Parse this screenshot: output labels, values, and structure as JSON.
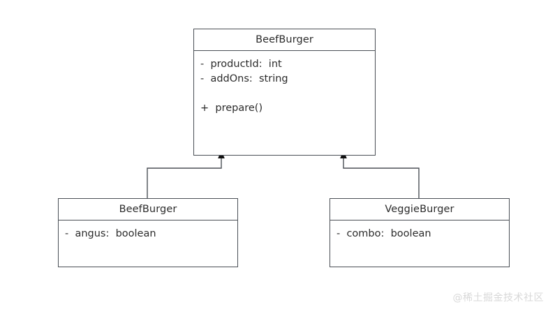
{
  "diagram": {
    "type": "uml-class-diagram",
    "background_color": "#ffffff",
    "border_color": "#4a4f55",
    "text_color": "#2b2b2b",
    "edge_color": "#4a4f55",
    "arrowhead_color": "#111111",
    "classes": [
      {
        "id": "beefburger-parent",
        "name": "BeefBurger",
        "role": "superclass",
        "members": [
          {
            "text": "-  productId:  int",
            "visibility": "private",
            "kind": "attribute"
          },
          {
            "text": "-  addOns:  string",
            "visibility": "private",
            "kind": "attribute"
          },
          {
            "text": "+  prepare()",
            "visibility": "public",
            "kind": "operation",
            "gap_before": true
          }
        ]
      },
      {
        "id": "beefburger-child",
        "name": "BeefBurger",
        "role": "subclass",
        "members": [
          {
            "text": "-  angus:  boolean",
            "visibility": "private",
            "kind": "attribute"
          }
        ]
      },
      {
        "id": "veggieburger",
        "name": "VeggieBurger",
        "role": "subclass",
        "members": [
          {
            "text": "-  combo:  boolean",
            "visibility": "private",
            "kind": "attribute"
          }
        ]
      }
    ],
    "relationships": [
      {
        "id": "inherit-beefburger-child",
        "type": "generalization",
        "from": "beefburger-child",
        "to": "beefburger-parent",
        "arrowhead": "solid-triangle-up"
      },
      {
        "id": "inherit-veggieburger",
        "type": "generalization",
        "from": "veggieburger",
        "to": "beefburger-parent",
        "arrowhead": "solid-triangle-up"
      }
    ]
  },
  "watermark": {
    "text": "@稀土掘金技术社区",
    "color": "#d8d8d8"
  }
}
